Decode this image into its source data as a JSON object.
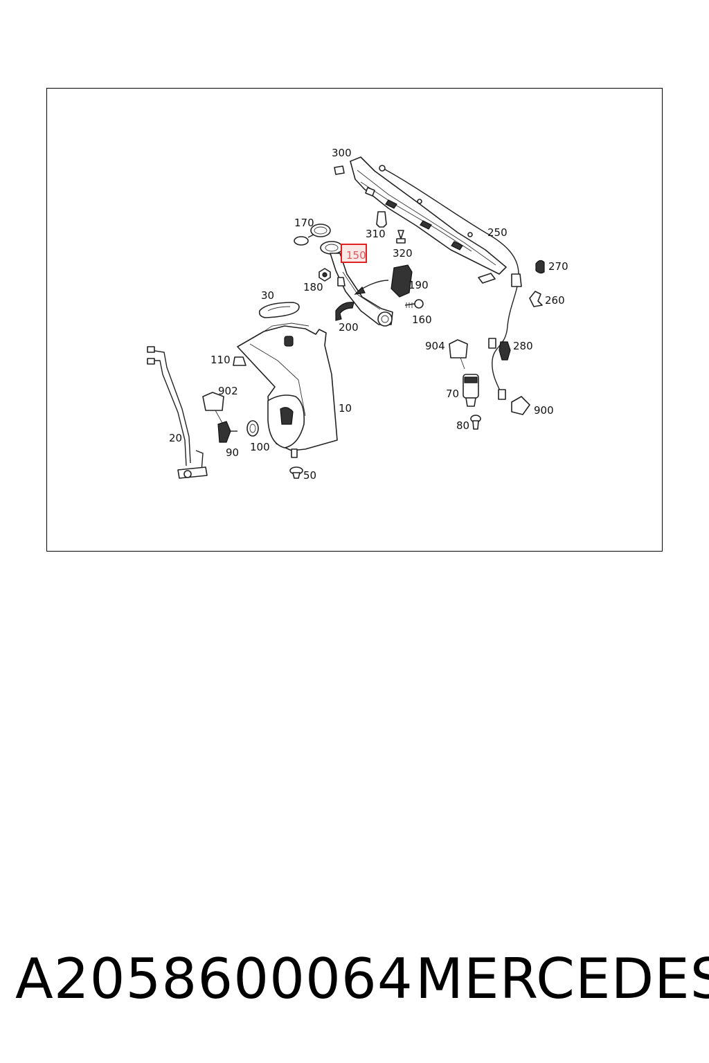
{
  "diagram": {
    "callouts": [
      "300",
      "250",
      "170",
      "310",
      "150",
      "320",
      "270",
      "180",
      "190",
      "30",
      "260",
      "200",
      "160",
      "904",
      "280",
      "110",
      "902",
      "10",
      "70",
      "900",
      "20",
      "90",
      "100",
      "80",
      "50"
    ],
    "highlighted": "150",
    "colors": {
      "highlight": "#e02020",
      "highlight_fill": "#fde8e8",
      "line": "#222222"
    }
  },
  "caption": {
    "part_number": "A2058600064",
    "brand": "MERCEDES"
  }
}
